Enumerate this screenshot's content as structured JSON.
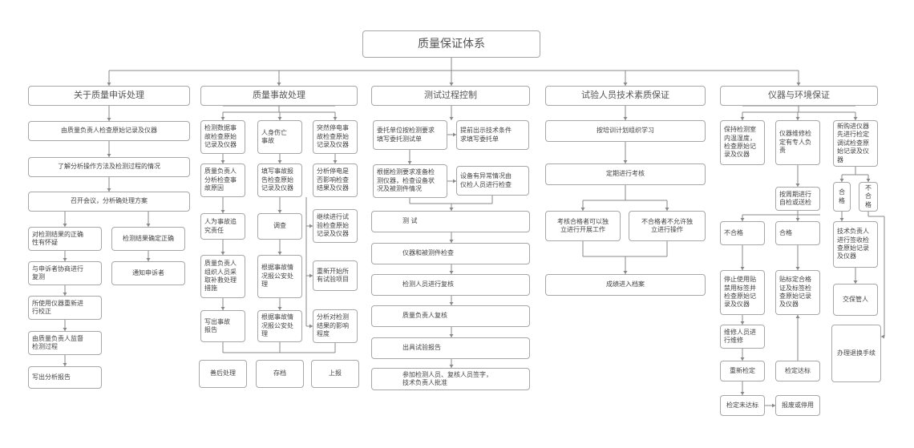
{
  "root": "质量保证体系",
  "columns": {
    "appeal": {
      "title": "关于质量申诉处理",
      "step1": "由质量负责人检查原始记录及仪器",
      "step2": "了解分析操作方法及检测过程的情况",
      "step3": "召开会议，分析确处理方案",
      "left": [
        "对检测结果的正确\n性有怀疑",
        "与申诉者协商进行\n复测",
        "所使用仪器重新进\n行校正",
        "由质量负责人监督\n检测过程",
        "写出分析报告"
      ],
      "right": [
        "检测结果确定正确",
        "通知申诉者"
      ]
    },
    "accident": {
      "title": "质量事故处理",
      "col1": [
        "检测数据事\n故检查原始\n记录及仪器",
        "质量负责人\n分析检查事\n故原因",
        "人为事故追\n究责任",
        "质量负责人\n组织人员采\n取补救处理\n措施",
        "写出事故\n报告"
      ],
      "col2": [
        "人身伤亡\n事故",
        "填写事故报\n告检查原始\n记录及仪器",
        "调查",
        "根据事故情\n况报公安处\n理",
        "根据事故情\n况报公安处\n理"
      ],
      "col3": [
        "突然停电事\n故检查原始\n记录及仪器",
        "分析停电是\n否影响检查\n结果及仪器",
        "继续进行试\n验检查原始\n记录及仪器",
        "重新开始所\n有试验项目",
        "分析对检测\n结果的影响\n程度"
      ],
      "bottom": [
        "善后处理",
        "存档",
        "上报"
      ]
    },
    "testing": {
      "title": "测试过程控制",
      "order": "委托单位按检测要求\n填写委托测试单",
      "order_side": "提前出示技术条件\n求填写委托单",
      "prep": "根据检测要求准备检\n测仪器，检查设备状\n况及被测件情况",
      "prep_side": "设备有异常情况由\n仪检人员进行检查",
      "steps": [
        "测  试",
        "仪器和被测件检查",
        "检测人员进行复核",
        "质量负责人复核",
        "出具试验报告",
        "参加检测人员、复核人员签字，\n技术负责人批准"
      ]
    },
    "staff": {
      "title": "试验人员技术素质保证",
      "train": "按培训计划组织学习",
      "exam": "定期进行考核",
      "pass": "考核合格者可以独\n立进行开展工作",
      "fail": "不合格者不允许独\n立进行操作",
      "archive": "成绩进入档案"
    },
    "equipment": {
      "title": "仪器与环境保证",
      "lab": "保持检测室\n内温湿度，\n检查原始记\n录及仪器",
      "maint": "仪器维修检\n定有专人负\n责",
      "newdev": "新购进仪器\n先进行检定\n调试检查原\n始记录及仪\n器",
      "cycle": "按周期进行\n自检或送检",
      "fail": "不合格",
      "pass": "合格",
      "stop": "停止使用贴\n禁用标签并\n检查原始记\n录及仪器",
      "label": "贴标定合格\n证及标签检\n查原始记录\n及仪器",
      "repair": "维修人员进\n行维修",
      "recal": "重新检定",
      "fail2": "检定未达标",
      "scrap": "报废或停用",
      "reach": "检定达标",
      "new_ok": "合\n格",
      "new_bad": "不\n合\n格",
      "accept": "技术负责人\n进行签收检\n查原始记录\n及仪器",
      "keeper": "交保管人",
      "return": "办理退换手续"
    }
  }
}
